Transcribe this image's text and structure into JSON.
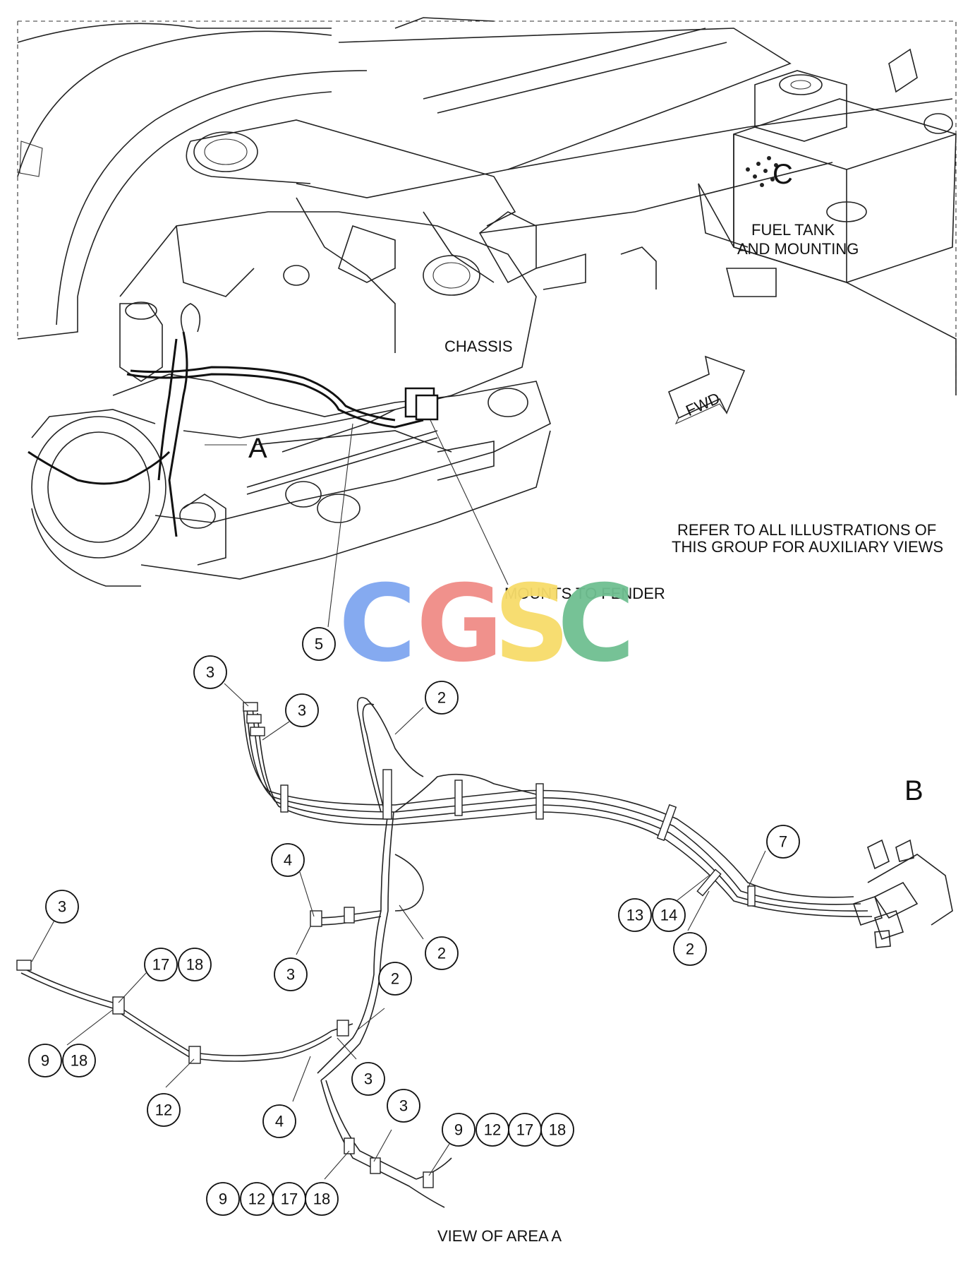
{
  "labels": {
    "area_c": "C",
    "fuel_tank_line1": "FUEL TANK",
    "fuel_tank_line2": "AND MOUNTING",
    "chassis": "CHASSIS",
    "fwd": "FWD",
    "area_a": "A",
    "refer_line1": "REFER TO ALL ILLUSTRATIONS OF",
    "refer_line2": "THIS GROUP FOR AUXILIARY VIEWS",
    "mounts_to_fender": "MOUNTS TO FENDER",
    "area_b": "B",
    "view_of_area_a": "VIEW OF AREA  A"
  },
  "watermark": {
    "letters": [
      "C",
      "G",
      "S",
      "C"
    ],
    "colors": [
      "#7fa6f0",
      "#f08c86",
      "#f7dc6a",
      "#6fbf91"
    ]
  },
  "callouts": [
    {
      "id": "c-5",
      "text": "5"
    },
    {
      "id": "c-3a",
      "text": "3"
    },
    {
      "id": "c-3b",
      "text": "3"
    },
    {
      "id": "c-2a",
      "text": "2"
    },
    {
      "id": "c-7",
      "text": "7"
    },
    {
      "id": "c-13",
      "text": "13"
    },
    {
      "id": "c-14",
      "text": "14"
    },
    {
      "id": "c-2b",
      "text": "2"
    },
    {
      "id": "c-4a",
      "text": "4"
    },
    {
      "id": "c-3c",
      "text": "3"
    },
    {
      "id": "c-2c",
      "text": "2"
    },
    {
      "id": "c-3d",
      "text": "3"
    },
    {
      "id": "c-17a",
      "text": "17"
    },
    {
      "id": "c-18a",
      "text": "18"
    },
    {
      "id": "c-9a",
      "text": "9"
    },
    {
      "id": "c-18b",
      "text": "18"
    },
    {
      "id": "c-12a",
      "text": "12"
    },
    {
      "id": "c-2d",
      "text": "2"
    },
    {
      "id": "c-3e",
      "text": "3"
    },
    {
      "id": "c-4b",
      "text": "4"
    },
    {
      "id": "c-3f",
      "text": "3"
    },
    {
      "id": "c-9b",
      "text": "9"
    },
    {
      "id": "c-12b",
      "text": "12"
    },
    {
      "id": "c-17b",
      "text": "17"
    },
    {
      "id": "c-18c",
      "text": "18"
    },
    {
      "id": "c-9c",
      "text": "9"
    },
    {
      "id": "c-12c",
      "text": "12"
    },
    {
      "id": "c-17c",
      "text": "17"
    },
    {
      "id": "c-18d",
      "text": "18"
    }
  ]
}
